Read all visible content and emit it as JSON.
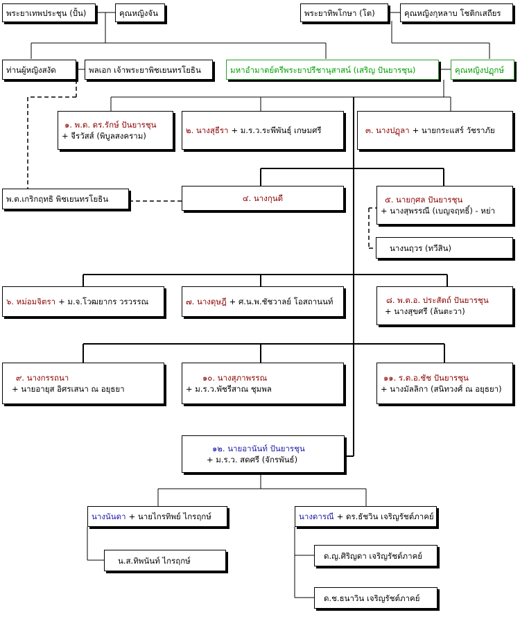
{
  "colors": {
    "accent_red": "#8b0000",
    "accent_blue": "#1a1aa6",
    "accent_green": "#00a000"
  },
  "gen1": {
    "phraya_thep": "พระยาเทพประชุน (ปั้น)",
    "khunying_chan": "คุณหญิงจัน",
    "phraya_thip": "พระยาทิพโกษา (โต)",
    "khunying_kulab": "คุณหญิงกุหลาบ โชติกเสถียร"
  },
  "gen2": {
    "than_phuying": "ท่านผู้หญิงสงัด",
    "phon_ek": "พลเอก เจ้าพระยาพิชเยนทรโยธิน",
    "maha_ammat": "มหาอำมาตย์ตรีพระยาปรีชานุสาสน์ (เสริญ ปันยารชุน)",
    "khunying_pluek": "คุณหญิงปฏุกษ์"
  },
  "children": {
    "c1_name": "๑. พ.ต. ดร.รักษ์ ปันยารชุน",
    "c1_spouse": "+ จีรวัสส์ (พิบูลสงคราม)",
    "c2_name": "๒. นางสุธีรา",
    "c2_spouse": "+ ม.ร.ว.ระพีพันธุ์ เกษมศรี",
    "c3_name": "๓. นางปฏุลา",
    "c3_spouse": "+ นายกระแสร์ วัชราภัย",
    "pt_kriang": "พ.ต.เกริกฤทธิ พิชเยนทรโยธิน",
    "c4_name": "๔. นางกุนดี",
    "c5_name": "๕. นายกุศล ปันยารชุน",
    "c5_spouse": "+  นางสุพรรณี (เบญจฤทธิ์) - หย่า",
    "c5_spouse2": "นางนฤวร (ทวีสิน)",
    "c6_name": "๖. หม่อมจิตรา",
    "c6_spouse": "+ ม.จ.โวฒยากร วรวรรณ",
    "c7_name": "๗. นางดุษฎี",
    "c7_spouse": "+ ศ.น.พ.ชัชวาลย์ โอสถานนท์",
    "c8_name": "๘. พ.ต.อ. ประสัตถ์ ปันยารชุน",
    "c8_spouse": "+ นางสุขศรี (ล้นตะวา)",
    "c9_name": "๙. นางกรรถนา",
    "c9_spouse": "+ นายอายุส อิศรเสนา ณ อยุธยา",
    "c10_name": "๑๐. นางสุภาพรรณ",
    "c10_spouse": "+ ม.ร.ว.พัชรีสาณ ชุมพล",
    "c11_name": "๑๑. ร.ต.อ.ชัช ปันยารชุน",
    "c11_spouse": "+ นางมัลลิกา (สนิทวงศ์ ณ อยุธยา)",
    "c12_name": "๑๒. นายอานันท์ ปันยารชุน",
    "c12_spouse": "+ ม.ร.ว. สดศรี (จักรพันธ์)"
  },
  "gen4": {
    "nandana_name": "นางนันดา",
    "nandana_spouse": "+ นายไกรทิพย์ ไกรฤกษ์",
    "thipnan": "น.ส.ทิพนันท์ ไกรฤกษ์",
    "dararani_name": "นางดารณี",
    "dararani_spouse": "+ ดร.ธัชวิน เจริญรัชต์ภาคย์",
    "siriyada": "ด.ญ.ศิริญดา เจริญรัชต์ภาคย์",
    "thanawin": "ด.ช.ธนาวิน เจริญรัชต์ภาคย์"
  }
}
